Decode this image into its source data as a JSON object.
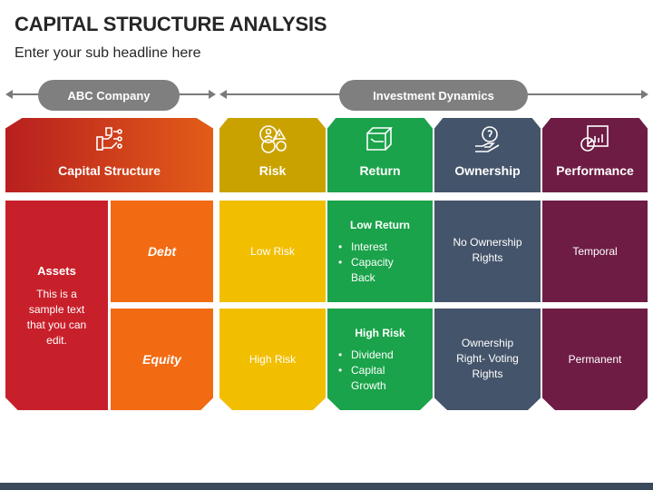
{
  "title": "CAPITAL STRUCTURE ANALYSIS",
  "subtitle": "Enter your sub headline here",
  "pills": {
    "left": "ABC Company",
    "right": "Investment Dynamics"
  },
  "headers": {
    "capital": "Capital Structure",
    "risk": "Risk",
    "return": "Return",
    "ownership": "Ownership",
    "performance": "Performance"
  },
  "icons": {
    "capital": "hand-money-icon",
    "risk": "risk-people-icon",
    "return": "box-return-icon",
    "ownership": "idea-hand-icon",
    "performance": "chart-gauge-icon"
  },
  "assets": {
    "label": "Assets",
    "text": "This is a sample text that you can edit."
  },
  "debt": "Debt",
  "equity": "Equity",
  "risk": {
    "low": "Low Risk",
    "high": "High Risk"
  },
  "return_low": {
    "title": "Low Return",
    "items": [
      "Interest",
      "Capacity Back"
    ]
  },
  "return_high": {
    "title": "High Risk",
    "items": [
      "Dividend",
      "Capital Growth"
    ]
  },
  "ownership": {
    "low": "No Ownership Rights",
    "high": "Ownership Right- Voting Rights"
  },
  "performance": {
    "low": "Temporal",
    "high": "Permanent"
  },
  "colors": {
    "capital_header": "#c8251b",
    "capital_header_end": "#e8641a",
    "assets": "#c8202b",
    "debt_equity": "#f26a12",
    "risk_header": "#c9a200",
    "risk": "#f2be00",
    "return": "#1aa34a",
    "ownership": "#44546a",
    "performance": "#6e1c44",
    "pill": "#7f7f7f"
  }
}
